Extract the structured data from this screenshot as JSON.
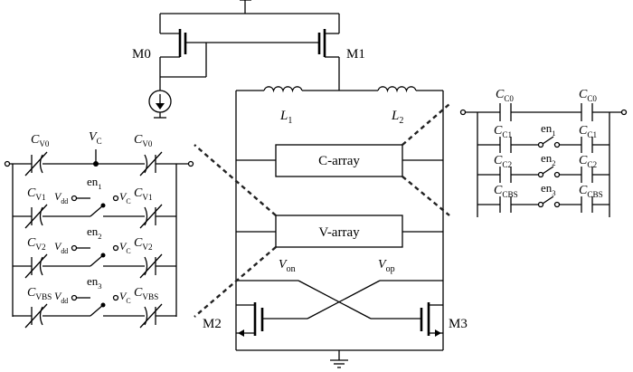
{
  "transistors": {
    "m0": "M0",
    "m1": "M1",
    "m2": "M2",
    "m3": "M3"
  },
  "inductors": {
    "l1": {
      "base": "L",
      "sub": "1"
    },
    "l2": {
      "base": "L",
      "sub": "2"
    }
  },
  "blocks": {
    "c_array": "C-array",
    "v_array": "V-array"
  },
  "nodes": {
    "von": {
      "base": "V",
      "sub": "on"
    },
    "vop": {
      "base": "V",
      "sub": "op"
    }
  },
  "varactor_bank": {
    "cv0": {
      "base": "C",
      "sub": "V0"
    },
    "vc": {
      "base": "V",
      "sub": "C"
    },
    "cv1": {
      "base": "C",
      "sub": "V1"
    },
    "cv2": {
      "base": "C",
      "sub": "V2"
    },
    "cvbs": {
      "base": "C",
      "sub": "VBS"
    },
    "vdd": {
      "base": "V",
      "sub": "dd"
    },
    "en1": {
      "base": "en",
      "sub": "1"
    },
    "en2": {
      "base": "en",
      "sub": "2"
    },
    "en3": {
      "base": "en",
      "sub": "3"
    }
  },
  "cap_bank": {
    "cc0": {
      "base": "C",
      "sub": "C0"
    },
    "cc1": {
      "base": "C",
      "sub": "C1"
    },
    "cc2": {
      "base": "C",
      "sub": "C2"
    },
    "ccbs": {
      "base": "C",
      "sub": "CBS"
    },
    "en1": {
      "base": "en",
      "sub": "1"
    },
    "en2": {
      "base": "en",
      "sub": "2"
    },
    "en3": {
      "base": "en",
      "sub": "3"
    }
  }
}
